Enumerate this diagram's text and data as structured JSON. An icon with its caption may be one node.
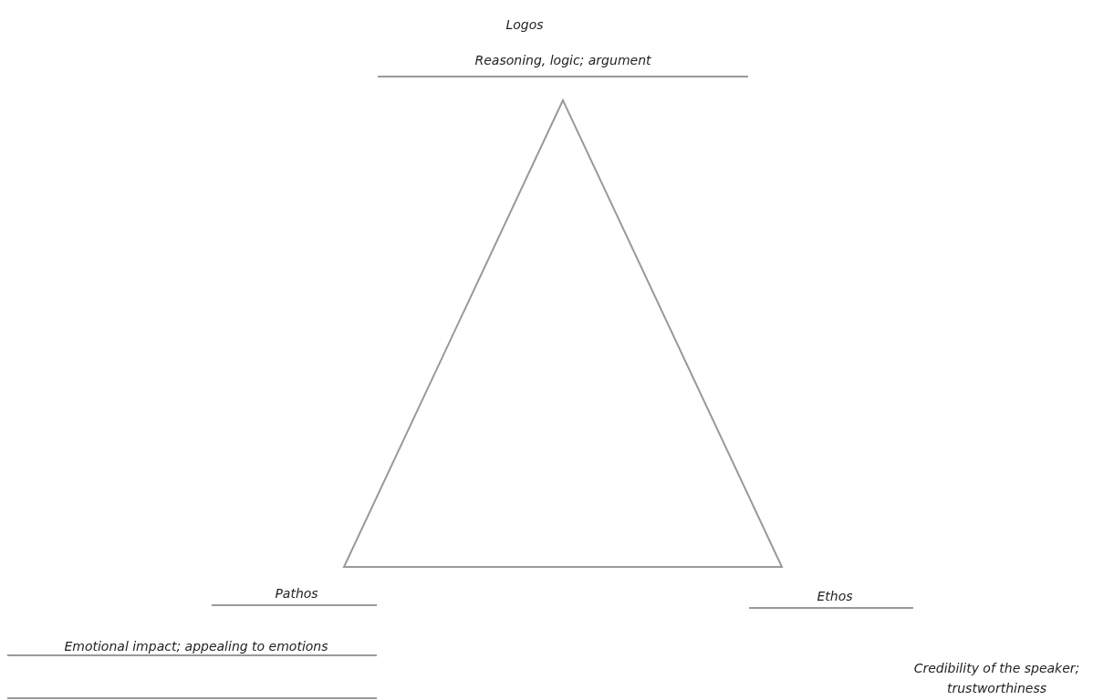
{
  "diagram": {
    "nodes": [
      {
        "text": [],
        "shape": "triangle"
      }
    ],
    "labels": [
      "Logos",
      "Reasoning, logic; argument",
      "Pathos",
      "Emotional impact; appealing to emotions",
      "Ethos",
      "Credibility of the speaker; trustworthiness"
    ]
  }
}
